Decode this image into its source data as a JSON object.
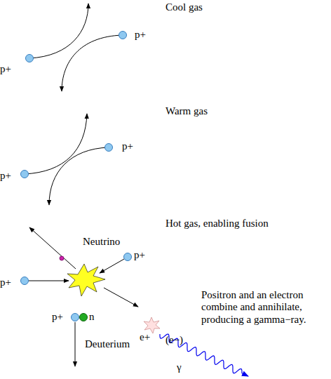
{
  "diagram": {
    "labels": [
      "Cool gas",
      "p+",
      "p+",
      "Warm gas",
      "p+",
      "p+",
      "Hot gas, enabling fusion",
      "Neutrino",
      "p+",
      "p+",
      "e+",
      "(e−)",
      "Positron and an electron combine and annihilate, producing a gamma−ray.",
      "p+",
      "n",
      "Deuterium",
      "γ"
    ]
  }
}
